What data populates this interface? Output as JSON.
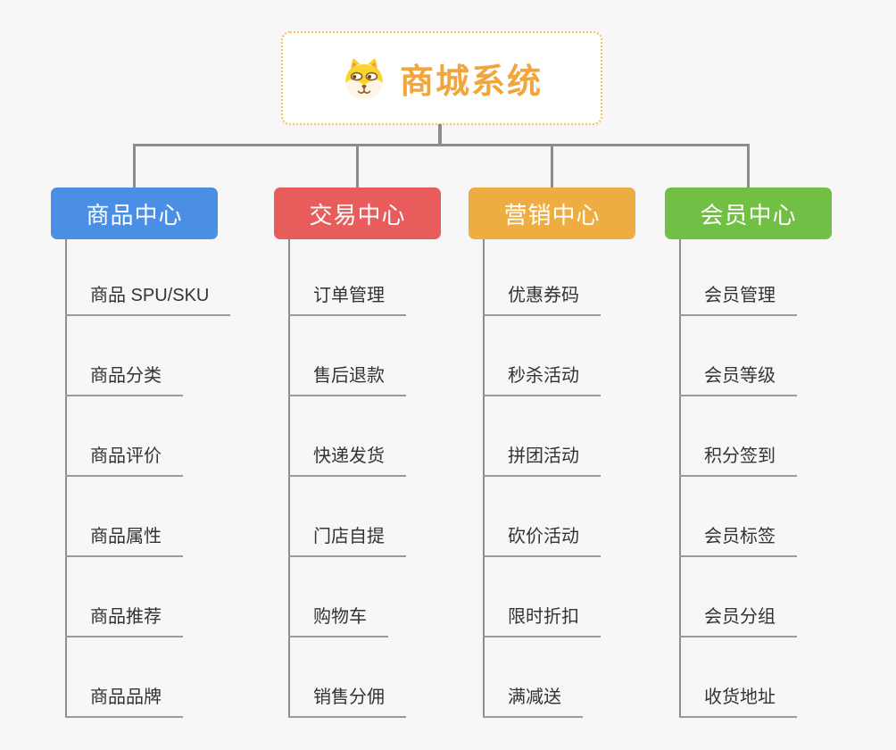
{
  "background_color": "#f7f7f8",
  "connector_color": "#8c8c8c",
  "root": {
    "title": "商城系统",
    "title_color": "#f0a63d",
    "border_color": "#f6c053",
    "icon": "dog-face-icon"
  },
  "branches": [
    {
      "label": "商品中心",
      "color": "#4a8ee6",
      "items": [
        "商品 SPU/SKU",
        "商品分类",
        "商品评价",
        "商品属性",
        "商品推荐",
        "商品品牌"
      ]
    },
    {
      "label": "交易中心",
      "color": "#e85d5b",
      "items": [
        "订单管理",
        "售后退款",
        "快递发货",
        "门店自提",
        "购物车",
        "销售分佣"
      ]
    },
    {
      "label": "营销中心",
      "color": "#eead40",
      "items": [
        "优惠券码",
        "秒杀活动",
        "拼团活动",
        "砍价活动",
        "限时折扣",
        "满减送"
      ]
    },
    {
      "label": "会员中心",
      "color": "#71bf44",
      "items": [
        "会员管理",
        "会员等级",
        "积分签到",
        "会员标签",
        "会员分组",
        "收货地址"
      ]
    }
  ]
}
